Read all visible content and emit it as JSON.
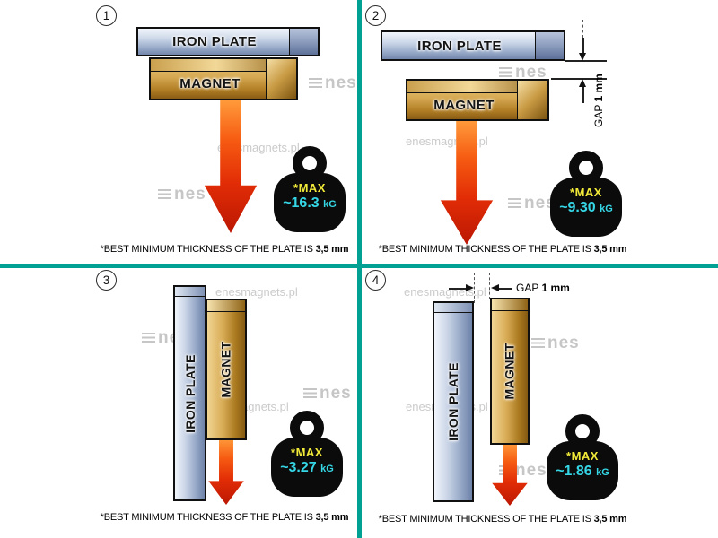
{
  "watermark": {
    "logo_text": "nes",
    "site": "enesmagnets.pl"
  },
  "labels": {
    "iron_plate": "IRON PLATE",
    "magnet": "MAGNET",
    "max": "*MAX",
    "unit": "kG",
    "gap_label": "GAP",
    "gap_value": "1 mm"
  },
  "footnote": {
    "prefix": "*BEST MINIMUM THICKNESS OF THE PLATE IS",
    "bold": "3,5 mm"
  },
  "panels": [
    {
      "number": "1",
      "max_value": "~16.3"
    },
    {
      "number": "2",
      "max_value": "~9.30"
    },
    {
      "number": "3",
      "max_value": "~3.27"
    },
    {
      "number": "4",
      "max_value": "~1.86"
    }
  ],
  "colors": {
    "divider": "#00A092",
    "max_text": "#F2EA39",
    "value_text": "#35D7E6",
    "arrow": "#E22D06"
  }
}
